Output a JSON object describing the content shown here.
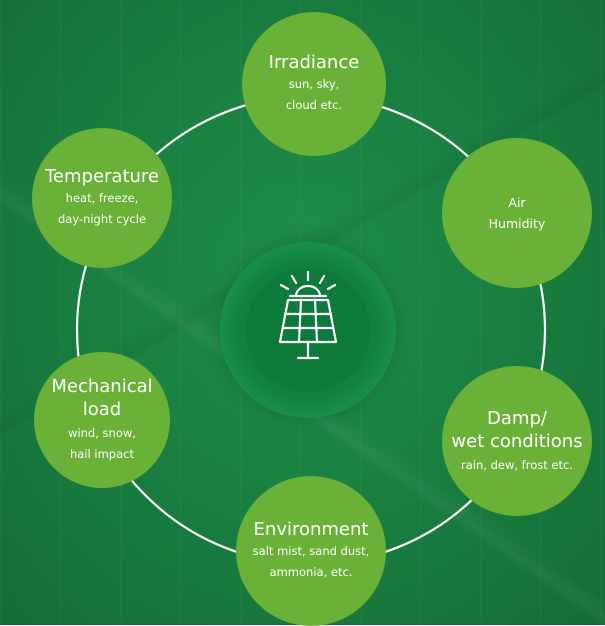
{
  "nodes": [
    {
      "id": "irradiance",
      "title": "Irradiance",
      "sub": [
        "sun, sky,",
        "cloud etc."
      ]
    },
    {
      "id": "humidity",
      "title": "",
      "sub": [
        "Air",
        "Humidity"
      ]
    },
    {
      "id": "damp",
      "title": "Damp/\nwet conditions",
      "sub": [
        "rain, dew, frost etc."
      ]
    },
    {
      "id": "environment",
      "title": "Environment",
      "sub": [
        "salt mist, sand dust,",
        "ammonia, etc."
      ]
    },
    {
      "id": "mechanical",
      "title": "Mechanical\nload",
      "sub": [
        "wind, snow,",
        "hail impact"
      ]
    },
    {
      "id": "temperature",
      "title": "Temperature",
      "sub": [
        "heat, freeze,",
        "day-night cycle"
      ]
    }
  ],
  "colors": {
    "node_fill": "#6ab237",
    "ring": "#ffffff",
    "center_dark": "#0d7a3a"
  },
  "center_icon": "solar-panel-icon"
}
